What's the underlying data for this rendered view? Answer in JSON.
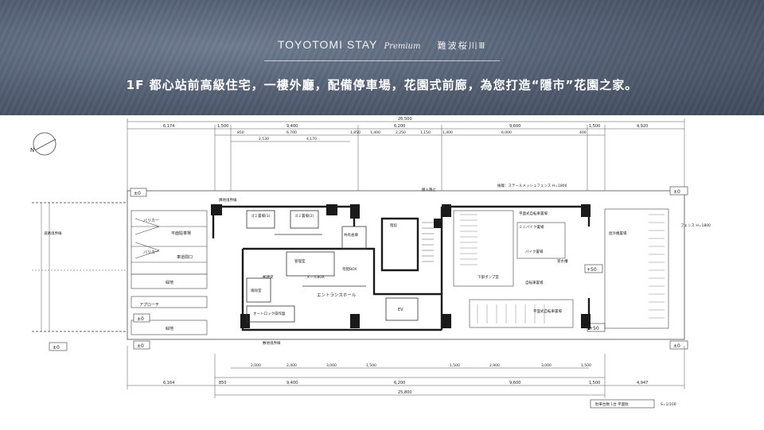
{
  "header": {
    "brand": "TOYOTOMI STAY",
    "brand_script": "Premium",
    "brand_sub": "難波桜川Ⅲ",
    "headline": "1F 都心站前高級住宅，一樓外廳，配備停車場，花園式前廊，為您打造“隱市”花園之家。"
  },
  "plan": {
    "top_dims": [
      "6,174",
      "1,500",
      "9,400",
      "6,200",
      "9,600",
      "1,500",
      "4,920"
    ],
    "top_subdims": [
      "850",
      "6,700",
      "1,850",
      "1,400",
      "2,250",
      "1,150",
      "1,400",
      "6,000",
      "400"
    ],
    "top_subdims2": [
      "2,530",
      "4,170"
    ],
    "overall_top": "26,500",
    "bottom_dims": [
      "6,164",
      "850",
      "9,400",
      "6,200",
      "9,600",
      "1,500",
      "4,947"
    ],
    "bottom_subdims": [
      "2,000",
      "2,400",
      "3,000",
      "1,500",
      "1,500",
      "2,900",
      "3,000",
      "1,500"
    ],
    "overall_bottom": "25,800",
    "elevations": [
      "±0",
      "±0",
      "±0",
      "±0",
      "±0",
      "+50",
      "+50",
      "±0"
    ],
    "left_rooms": [
      "バリカー",
      "バリカー",
      "平面駐車場",
      "車道間口",
      "緑地",
      "アプローチ",
      "緑地"
    ],
    "center_rooms": [
      "ゴミ置場(1)",
      "ゴミ置場(2)",
      "共有倉庫",
      "エントランスホール",
      "管理室",
      "オートロック操作盤",
      "風除室",
      "郵便受",
      "メールBOX",
      "宅配BOX",
      "EV",
      "階段"
    ],
    "right_rooms": [
      "平面式自転車置場",
      "ミニバイク置場",
      "バイク置場",
      "自転車置場",
      "受水槽",
      "下部ポンプ室",
      "平面式自転車置場",
      "屋外機置場"
    ],
    "annotations": [
      "隣地境界線",
      "道路境界線",
      "敷地境界線",
      "植栽：ステールメッシュフェンス H=1800",
      "搬入路止",
      "フェンス H=1800"
    ],
    "north_label": "N",
    "ratio_note": "S=1/100",
    "footnote": "駐車台数 1台 平面駐"
  },
  "colors": {
    "hero_top": "#566276",
    "wall": "#1a1a1a",
    "line": "#444444"
  }
}
